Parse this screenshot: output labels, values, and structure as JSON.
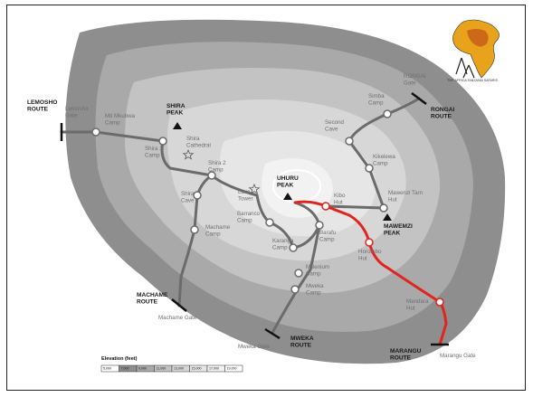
{
  "colors": {
    "trail": "#6b6b6b",
    "marangu_trail": "#e02420",
    "node_fill": "#ffffff",
    "zone1": "#8e8e8e",
    "zone2": "#a9a9a9",
    "zone3": "#c3c3c3",
    "zone4": "#d7d7d7",
    "zone5": "#e6e6e6",
    "zone6": "#f2f2f2"
  },
  "branding": {
    "logo_icon": "africa-map-logo-icon",
    "logo_text": "TWT AFRICA TANZANIA SAFARIS"
  },
  "routes": {
    "lemosho": "LEMOSHO\nROUTE",
    "rongai": "RONGAI\nROUTE",
    "machame": "MACHAME\nROUTE",
    "mweka": "MWEKA\nROUTE",
    "marangu": "MARANGU\nROUTE"
  },
  "peaks": {
    "shira": "SHIRA\nPEAK",
    "uhuru": "UHURU\nPEAK",
    "mawenzi": "MAWEMZI\nPEAK"
  },
  "places": {
    "lemosho_gate": "Lemosho\nGate",
    "mti_mkubwa": "Mti Mkubwa\nCamp",
    "shira1": "Shira 1\nCamp",
    "shira_cathedral": "Shira\nCathedral",
    "shira2": "Shira 2\nCamp",
    "shira_cave": "Shira\nCave",
    "machame_camp": "Machame\nCamp",
    "machame_gate": "Machame Gate",
    "lava_tower": "Lava\nTower",
    "barranco": "Barranco\nCamp",
    "karanga": "Karanga\nCamp",
    "barafu": "Barafu\nCamp",
    "millenium": "Millenium\nCamp",
    "mweka_camp": "Mweka\nCamp",
    "mweka_gate": "Mweka Gate",
    "kibo": "Kibo\nHut",
    "horombo": "Horombo\nHut",
    "mandara": "Mandara\nHut",
    "marangu_gate": "Marangu Gate",
    "rongai_gate": "RONGAI\nGate",
    "simba": "Simba\nCamp",
    "second_cave": "Second\nCave",
    "kikelewa": "Kikelewa\nCamp",
    "mawenzi_tarn": "Mawenzi Tarn\nHut"
  },
  "legend": {
    "title": "Elevation (feet)",
    "ticks": [
      "5,000",
      "7,000",
      "9,000",
      "11,000",
      "13,000",
      "15,000",
      "17,000",
      "19,000"
    ]
  }
}
